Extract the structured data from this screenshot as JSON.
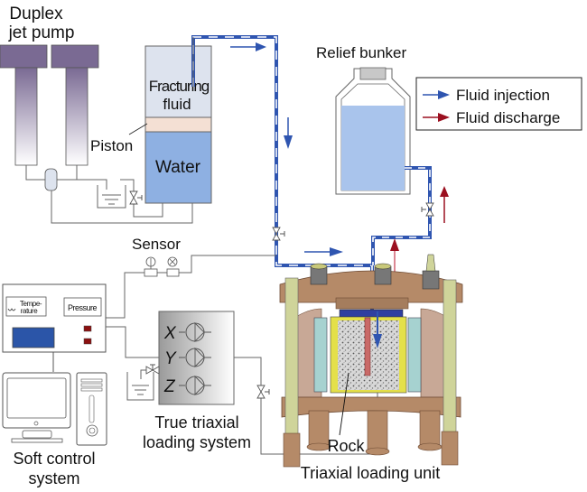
{
  "labels": {
    "pump_line1": "Duplex",
    "pump_line2": "jet pump",
    "fracturing_line1": "Fracturing",
    "fracturing_line2": "fluid",
    "piston": "Piston",
    "water": "Water",
    "relief_bunker": "Relief bunker",
    "sensor": "Sensor",
    "temperature_line1": "Tempe-",
    "temperature_line2": "rature",
    "pressure": "Pressure",
    "axis_x": "X",
    "axis_y": "Y",
    "axis_z": "Z",
    "true_triaxial_line1": "True triaxial",
    "true_triaxial_line2": "loading system",
    "soft_control_line1": "Soft control",
    "soft_control_line2": "system",
    "rock": "Rock",
    "triaxial_unit": "Triaxial loading unit"
  },
  "legend": {
    "items": [
      {
        "label": "Fluid injection",
        "color": "#2f55b0"
      },
      {
        "label": "Fluid discharge",
        "color": "#9b1020"
      }
    ]
  },
  "colors": {
    "injection": "#2f55b0",
    "discharge": "#9b1020",
    "pump_top": "#7a6a93",
    "fracturing_fluid": "#dde3ee",
    "piston": "#f4e0d4",
    "water": "#8eb0e2",
    "bunker_liquid": "#a9c4ec",
    "display": "#2b55a8",
    "indicator": "#8b1010",
    "frame": "#b58a68",
    "rod": "#cfd49a"
  }
}
